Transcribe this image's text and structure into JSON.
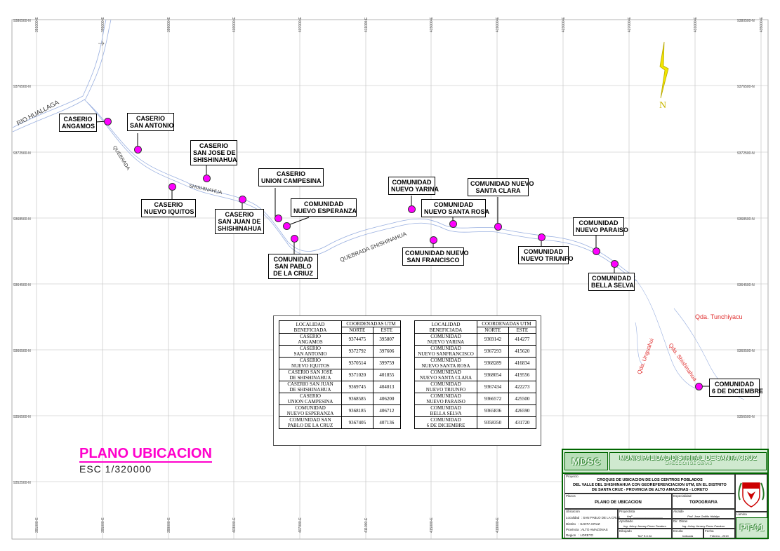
{
  "map": {
    "grid_northings": [
      "9380500-N",
      "9376500-N",
      "9372500-N",
      "9368500-N",
      "9364500-N",
      "9360500-N",
      "9356500-N",
      "9352500-N"
    ],
    "grid_eastings": [
      "391000-E",
      "395000-E",
      "399000-E",
      "403000-E",
      "407000-E",
      "411000-E",
      "415000-E",
      "419000-E",
      "423000-E",
      "427000-E",
      "431000-E",
      "435000-E"
    ],
    "rivers": {
      "huallaga": "RIO HUALLAGA",
      "quebrada": "QUEBRADA",
      "shishinahua_1": "SHISHINAHUA",
      "shishinahua_2": "QUEBRADA  SHISHINAHUA",
      "tunchiyacu": "Qda. Tunchiyacu",
      "unguahui": "Qda. Unguahui",
      "shishinahua_3": "Qda. Shishinahua"
    },
    "labels": [
      {
        "id": "angamos",
        "l1": "CASERIO",
        "l2": "ANGAMOS"
      },
      {
        "id": "san-antonio",
        "l1": "CASERIO",
        "l2": "SAN ANTONIO"
      },
      {
        "id": "san-jose",
        "l1": "CASERIO",
        "l2": "SAN JOSE DE",
        "l3": "SHISHINAHUA"
      },
      {
        "id": "nuevo-iquitos",
        "l1": "CASERIO",
        "l2": "NUEVO IQUITOS"
      },
      {
        "id": "union-campesina",
        "l1": "CASERIO",
        "l2": "UNION CAMPESINA"
      },
      {
        "id": "san-juan",
        "l1": "CASERIO",
        "l2": "SAN JUAN DE",
        "l3": "SHISHINAHUA"
      },
      {
        "id": "nueva-esperanza",
        "l1": "COMUNIDAD",
        "l2": "NUEVO ESPERANZA"
      },
      {
        "id": "san-pablo",
        "l1": "COMUNIDAD",
        "l2": "SAN PABLO",
        "l3": "DE LA CRIUZ"
      },
      {
        "id": "nuevo-yarina",
        "l1": "COMUNIDAD",
        "l2": "NUEVO YARINA"
      },
      {
        "id": "nuevo-santa-rosa",
        "l1": "COMUNIDAD",
        "l2": "NUEVO SANTA ROSA"
      },
      {
        "id": "nuevo-san-francisco",
        "l1": "COMUNIDAD NUEVO",
        "l2": "SAN FRANCISCO"
      },
      {
        "id": "nuevo-santa-clara",
        "l1": "COMUNIDAD NUEVO",
        "l2": "SANTA CLARA"
      },
      {
        "id": "nuevo-triunfo",
        "l1": "COMUNIDAD",
        "l2": "NUEVO TRIUNFO"
      },
      {
        "id": "nuevo-paraiso",
        "l1": "COMUNIDAD",
        "l2": "NUEVO PARAISO"
      },
      {
        "id": "bella-selva",
        "l1": "COMUNIDAD",
        "l2": "BELLA SELVA"
      },
      {
        "id": "6-diciembre",
        "l1": "COMUNIDAD",
        "l2": "6 DE DICIEMBRE"
      }
    ],
    "north": "N"
  },
  "table": {
    "h_localidad": "LOCALIDAD",
    "h_beneficiada": "BENEFICIADA",
    "h_coords": "COORDENADAS UTM",
    "h_norte": "NORTE",
    "h_este": "ESTE",
    "left_rows": [
      {
        "l1": "CASERIO",
        "l2": "ANGAMOS",
        "norte": "9374475",
        "este": "395807"
      },
      {
        "l1": "CASERIO",
        "l2": "SAN     ANTONIO",
        "norte": "9372792",
        "este": "397606"
      },
      {
        "l1": "CASERIO",
        "l2": "NUEVO     IQUITOS",
        "norte": "9370514",
        "este": "399759"
      },
      {
        "l1": "CASERIO SAN JOSE",
        "l2": "DE SHISHINAHUA",
        "norte": "9371020",
        "este": "401855"
      },
      {
        "l1": "CASERIO SAN JUAN",
        "l2": "DE SHISHINAHUA",
        "norte": "9369745",
        "este": "404013"
      },
      {
        "l1": "CASERIO",
        "l2": "UNION CAMPESINA",
        "norte": "9368585",
        "este": "406200"
      },
      {
        "l1": "COMUNIDAD",
        "l2": "NUEVO ESPERANZA",
        "norte": "9368185",
        "este": "406712"
      },
      {
        "l1": "COMUNIDAD SAN",
        "l2": "PABLO DE LA CRUZ",
        "norte": "9367405",
        "este": "407136"
      }
    ],
    "right_rows": [
      {
        "l1": "COMUNIDAD",
        "l2": "NUEVO YARINA",
        "norte": "9369142",
        "este": "414277"
      },
      {
        "l1": "COMUNIDAD",
        "l2": "NUEVO SANFRANCISCO",
        "norte": "9367293",
        "este": "415620"
      },
      {
        "l1": "COMUNIDAD",
        "l2": "NUEVO SANTA ROSA",
        "norte": "9368289",
        "este": "416834"
      },
      {
        "l1": "COMUNIDAD",
        "l2": "NUEVO SANTA CLARA",
        "norte": "9368054",
        "este": "419556"
      },
      {
        "l1": "COMUNIDAD",
        "l2": "NUEVO TRIUNFO",
        "norte": "9367434",
        "este": "422273"
      },
      {
        "l1": "COMUNIDAD",
        "l2": "NUEVO PARAISO",
        "norte": "9366572",
        "este": "425500"
      },
      {
        "l1": "COMUNIDAD",
        "l2": "BELLA SELVA",
        "norte": "9365836",
        "este": "426590"
      },
      {
        "l1": "COMUNIDAD",
        "l2": "6 DE DICIEMBRE",
        "norte": "9358350",
        "este": "431720"
      }
    ]
  },
  "plano": {
    "title": "PLANO UBICACION",
    "scale": "ESC 1/320000"
  },
  "titleblock": {
    "mdsc": "MDSC",
    "muni": "MUNICIPALIDAD DISTRITAL DE SANTA CRUZ",
    "muni_sub": "DIRECCION DE OBRAS",
    "proyecto_cap": "Proyecto",
    "proyecto_1": "CROQUIS DE UBICACION DE LOS CENTROS POBLADOS",
    "proyecto_2": "DEL VALLE DEL SHISHINAHUA  CON GEOREFERENCIACION UTM, EN EL DISTRITO",
    "proyecto_3": "DE SANTA CRUZ - PROVINCIA DE ALTO AMAZONAS - LORETO",
    "planos_cap": "Planos",
    "planos": "PLANO DE UBICACION",
    "especialidad_cap": "Especialidad",
    "especialidad": "TOPOGRAFIA",
    "lamina_cap": "Lamina",
    "lamina": "PT-01",
    "ubicacion_cap": "Ubicacion",
    "localidad_cap": "Localidad",
    "localidad": ": SAN PABLO DE LA CRUZ",
    "distrito_cap": "Distrito",
    "distrito": ": SANTA CRUZ",
    "provincia_cap": "Provincia",
    "provincia": ": ALTO AMAZONAS",
    "region_cap": "Region",
    "region": ": LORETO",
    "proyectista_cap": "Proyectista",
    "proyectista": "Arqº ___________________",
    "aprobado_cap": "Aprobado",
    "aprobado": "Ing. Johny Jerrany Perez Panduro",
    "dibujado_cap": "Dibujado",
    "dibujado": "Tecº S.C.M.",
    "alcalde_cap": "Alcalde",
    "alcalde": "Prof. Jose Ordiño Hidalgo",
    "dir_obras_cap": "Dir. Obras",
    "dir_obras": "Ing. Johny Jerrany Perez Panduro",
    "escala_cap": "Escala",
    "escala": "Indicada",
    "fecha_cap": "Fecha",
    "fecha": "Febrero - 2019"
  },
  "colors": {
    "settlement": "#ff00ff",
    "river": "#9ab0e0",
    "river_red_label": "#e03030",
    "grid": "#bdbdbd",
    "titleblock_green": "#006600"
  }
}
